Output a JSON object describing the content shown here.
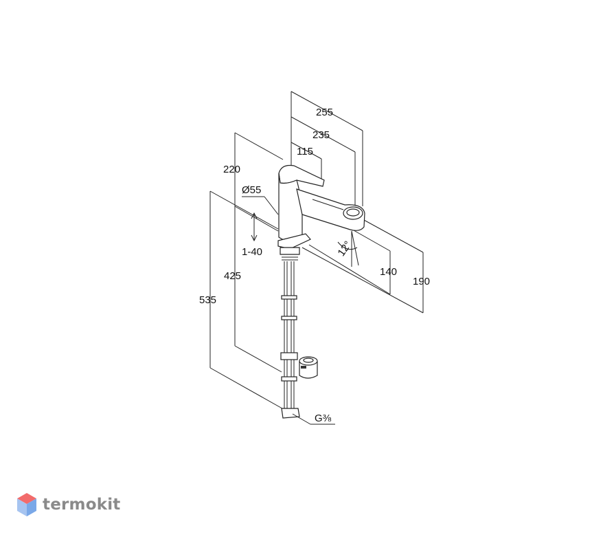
{
  "dimensions": {
    "d255": "255",
    "d235": "235",
    "d115": "115",
    "d220": "220",
    "d55": "Ø55",
    "d1_40": "1-40",
    "d12": "12°",
    "d140": "140",
    "d190": "190",
    "d425": "425",
    "d535": "535",
    "thread": "G⅜"
  },
  "watermark": {
    "text": "termokit",
    "colors": {
      "top": "#f26b6b",
      "bottom": "#7aa8e8",
      "text": "#8a8a8a"
    }
  }
}
